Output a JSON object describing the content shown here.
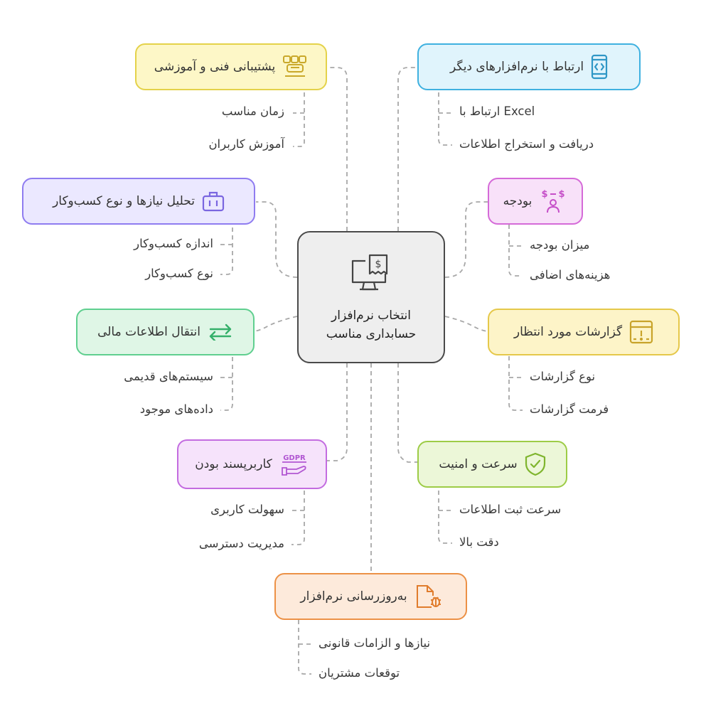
{
  "center": {
    "line1": "انتخاب نرم‌افزار",
    "line2": "حسابداری مناسب",
    "icon": "monitor-invoice-icon"
  },
  "branches": {
    "support": {
      "title": "پشتیبانی فنی و آموزشی",
      "icon": "team-support-icon",
      "color": "#e4d24a",
      "fill": "#fdf7c7",
      "items": [
        "زمان مناسب",
        "آموزش کاربران"
      ]
    },
    "needs": {
      "title": "تحلیل نیازها و نوع کسب‌وکار",
      "icon": "briefcase-icon",
      "color": "#8f7cf0",
      "fill": "#ebe8ff",
      "items": [
        "اندازه کسب‌وکار",
        "نوع کسب‌وکار"
      ]
    },
    "transfer": {
      "title": "انتقال اطلاعات مالی",
      "icon": "arrows-exchange-icon",
      "color": "#5fcf8f",
      "fill": "#dff6e6",
      "items": [
        "سیستم‌های قدیمی",
        "داده‌های موجود"
      ]
    },
    "usability": {
      "title": "کاربرپسند بودن",
      "icon": "gdpr-hand-icon",
      "color": "#c36ce0",
      "fill": "#f6e3fb",
      "items": [
        "سهولت کاربری",
        "مدیریت دسترسی"
      ]
    },
    "integration": {
      "title": "ارتباط با نرم‌افزارهای دیگر",
      "icon": "phone-code-icon",
      "color": "#3fb1e0",
      "fill": "#e0f4fc",
      "items": [
        "Excel ارتباط با",
        "دریافت و استخراج اطلاعات"
      ]
    },
    "budget": {
      "title": "بودجه",
      "icon": "money-person-icon",
      "color": "#d56ad8",
      "fill": "#f8e1f9",
      "items": [
        "میزان بودجه",
        "هزینه‌های اضافی"
      ]
    },
    "reports": {
      "title": "گزارشات مورد انتظار",
      "icon": "report-window-icon",
      "color": "#e5c84a",
      "fill": "#fdf4c8",
      "items": [
        "نوع گزارشات",
        "فرمت گزارشات"
      ]
    },
    "security": {
      "title": "سرعت و امنیت",
      "icon": "shield-check-icon",
      "color": "#9dcc46",
      "fill": "#ecf7d8",
      "items": [
        "سرعت ثبت اطلاعات",
        "دقت بالا"
      ]
    },
    "updates": {
      "title": "به‌روزرسانی نرم‌افزار",
      "icon": "file-bug-icon",
      "color": "#ec9146",
      "fill": "#fdeadb",
      "items": [
        "نیازها و الزامات قانونی",
        "توقعات مشتریان"
      ]
    }
  }
}
